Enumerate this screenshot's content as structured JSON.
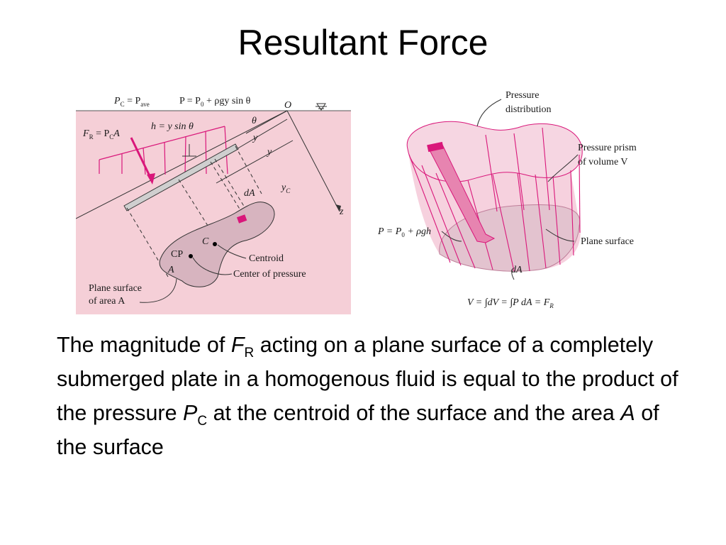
{
  "slide": {
    "title": "Resultant Force"
  },
  "left_figure": {
    "labels": {
      "pc": "P",
      "pc_sub": "C",
      "pc_eq": " = P",
      "pave_sub": "ave",
      "p_eq": "P = P",
      "p0_sub": "0",
      "p_eq_rest": " + ρgy sin θ",
      "o": "O",
      "h": "h = y sin θ",
      "theta": "θ",
      "y": "y",
      "fr": "F",
      "fr_sub": "R",
      "fr_eq": " = P",
      "fr_c_sub": "C",
      "fr_a": "A",
      "da": "dA",
      "yc": "y",
      "yc_sub": "C",
      "z": "z",
      "c": "C",
      "cp": "CP",
      "a": "A",
      "centroid": "Centroid",
      "center_of_pressure": "Center of pressure",
      "plane_surface_1": "Plane surface",
      "plane_surface_2": "of area A"
    }
  },
  "right_figure": {
    "labels": {
      "pressure_1": "Pressure",
      "pressure_2": "distribution",
      "prism_1": "Pressure prism",
      "prism_2": "of volume V",
      "p_eq": "P = P",
      "p0_sub": "0",
      "p_eq_rest": " + ρgh",
      "plane_surface": "Plane surface",
      "da": "dA",
      "integral": "V = ∫dV = ∫P dA = F",
      "integral_sub": "R"
    }
  },
  "body": {
    "t1": "The magnitude of ",
    "v1": "F",
    "s1": "R",
    "t2": " acting on a plane surface of a completely submerged plate in a homogenous fluid is equal to the product of the pressure ",
    "v2": "P",
    "s2": "C",
    "t3": " at the centroid of the surface and the area ",
    "v3": "A",
    "t4": " of the surface"
  },
  "colors": {
    "background": "#ffffff",
    "pink_panel": "#f5cfd7",
    "magenta": "#d9177a",
    "surface_fill": "#d7b4bf",
    "plate": "#cfcfcf"
  }
}
